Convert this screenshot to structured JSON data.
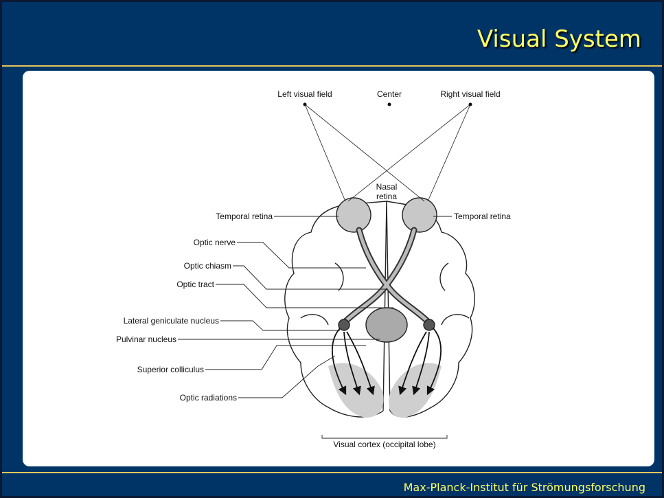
{
  "slide": {
    "title": "Visual System",
    "footer": "Max-Planck-Institut für Strömungsforschung"
  },
  "diagram": {
    "labels": {
      "left_visual_field": "Left visual field",
      "center": "Center",
      "right_visual_field": "Right visual field",
      "nasal_retina": "Nasal",
      "nasal_retina_2": "retina",
      "temporal_retina_left": "Temporal retina",
      "temporal_retina_right": "Temporal retina",
      "optic_nerve": "Optic nerve",
      "optic_chiasm": "Optic chiasm",
      "optic_tract": "Optic tract",
      "lateral_geniculate_nucleus": "Lateral geniculate nucleus",
      "pulvinar_nucleus": "Pulvinar nucleus",
      "superior_colliculus": "Superior colliculus",
      "optic_radiations": "Optic radiations",
      "visual_cortex": "Visual cortex (occipital lobe)"
    }
  },
  "colors": {
    "background": "#003366",
    "title": "#ffff66",
    "rule": "#e3c75a",
    "panel": "#ffffff"
  }
}
